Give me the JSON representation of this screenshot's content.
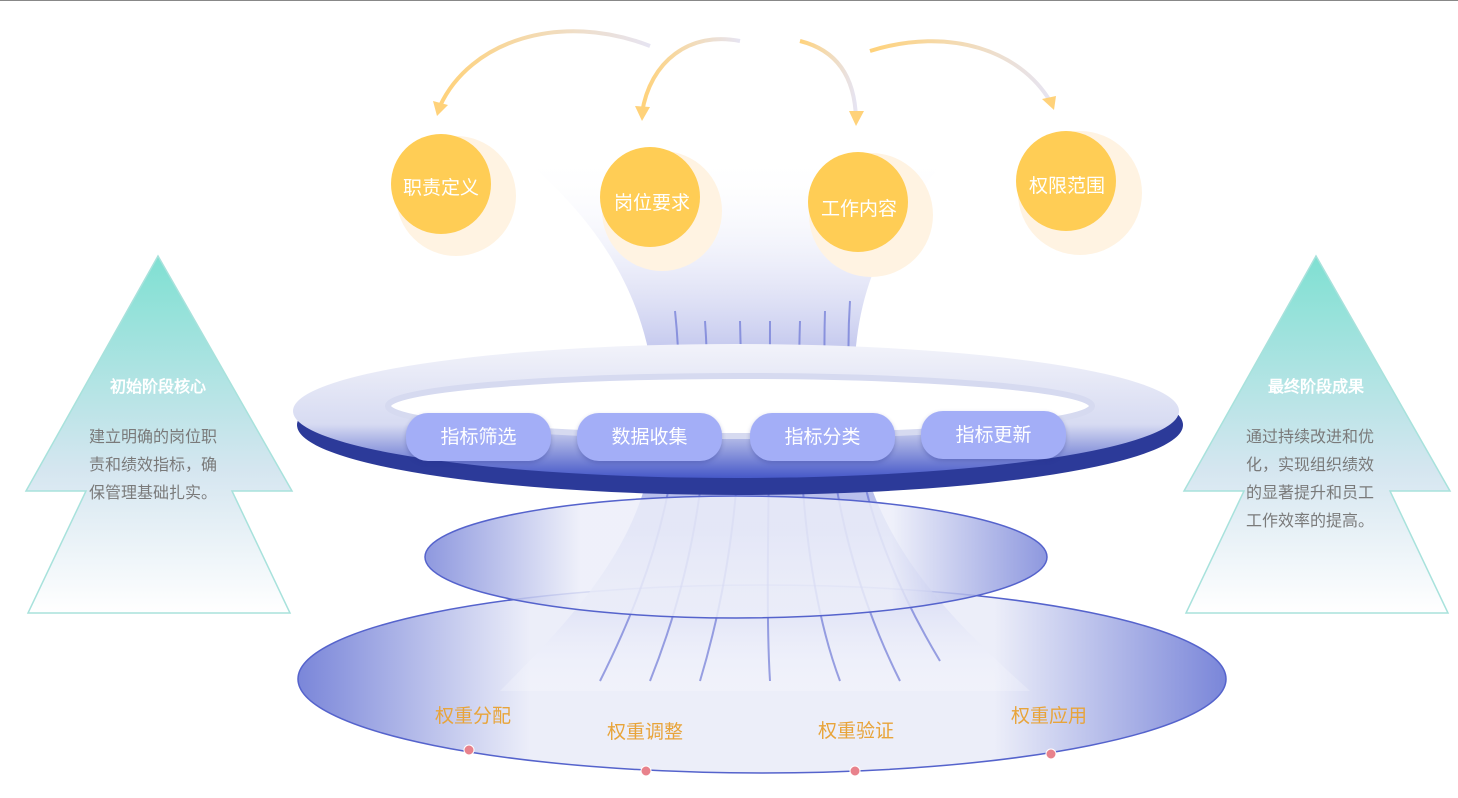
{
  "circles": [
    {
      "label": "职责定义"
    },
    {
      "label": "岗位要求"
    },
    {
      "label": "工作内容"
    },
    {
      "label": "权限范围"
    }
  ],
  "ring_pills": [
    {
      "label": "指标筛选"
    },
    {
      "label": "数据收集"
    },
    {
      "label": "指标分类"
    },
    {
      "label": "指标更新"
    }
  ],
  "weights": [
    {
      "label": "权重分配"
    },
    {
      "label": "权重调整"
    },
    {
      "label": "权重验证"
    },
    {
      "label": "权重应用"
    }
  ],
  "left_panel": {
    "title": "初始阶段核心",
    "text": "建立明确的岗位职责和绩效指标，确保管理基础扎实。"
  },
  "right_panel": {
    "title": "最终阶段成果",
    "text": "通过持续改进和优化，实现组织绩效的显著提升和员工工作效率的提高。"
  },
  "colors": {
    "circle": "#ffcd55",
    "ring": "#3f51c3",
    "pill": "#a3aef7",
    "teal": "#7fe0d2",
    "weight_text": "#e8a43a",
    "dot": "#e8828c"
  }
}
